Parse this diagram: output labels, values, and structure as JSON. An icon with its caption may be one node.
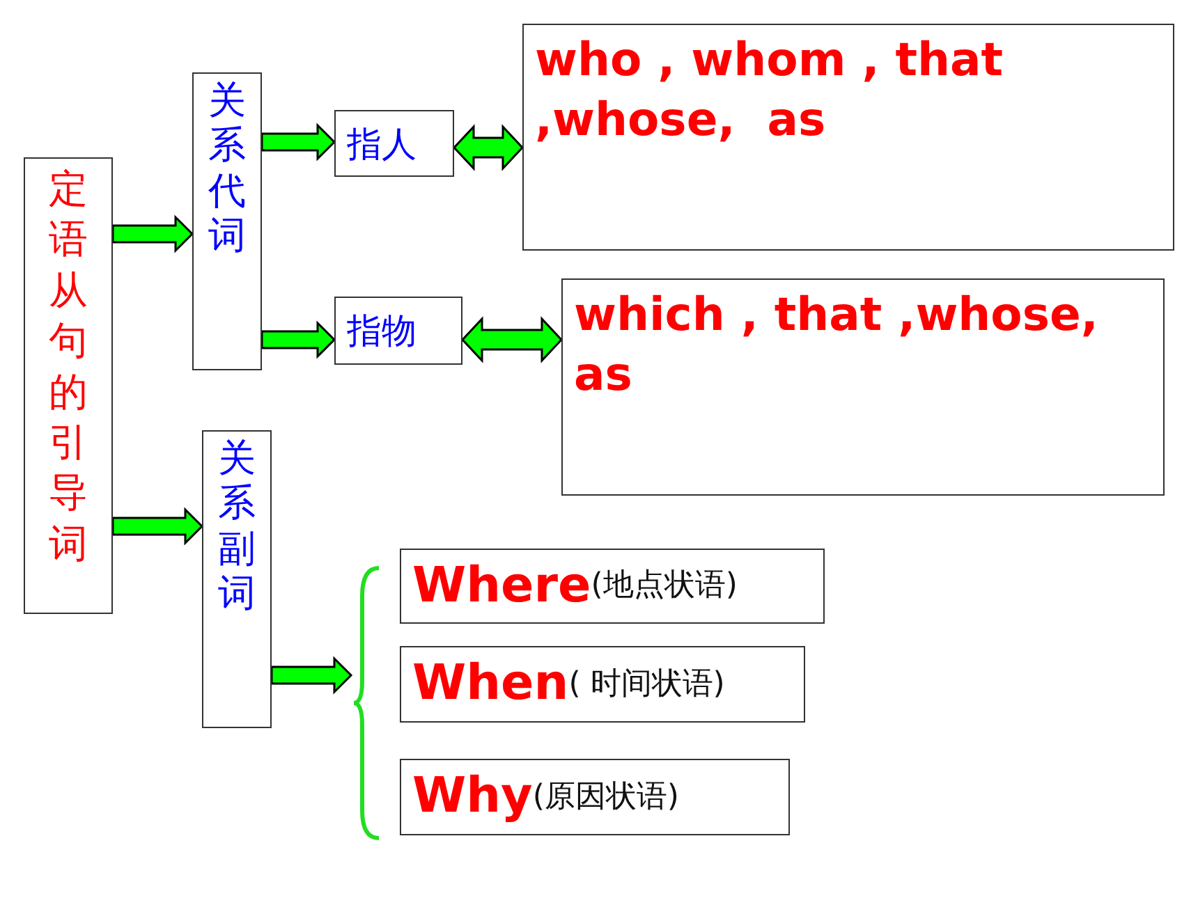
{
  "diagram": {
    "nodes": [
      {
        "text": [
          "定语从句的引导词"
        ]
      },
      {
        "text": [
          "关系代词"
        ]
      },
      {
        "text": [
          "关系副词"
        ]
      },
      {
        "text": [
          "指人"
        ]
      },
      {
        "text": [
          "指物"
        ]
      },
      {
        "text": [
          "who , whom , that ,whose,  as"
        ]
      },
      {
        "text": [
          "which , that ,whose, as"
        ]
      },
      {
        "text": [],
        "shape": "brace"
      },
      {
        "text": [
          "Where",
          "(地点状语)"
        ]
      },
      {
        "text": [
          "When",
          "( 时间状语)"
        ]
      },
      {
        "text": [
          "Why",
          "(原因状语)"
        ]
      }
    ],
    "edges": [
      {
        "from": 0,
        "to": 1,
        "arrow": "to"
      },
      {
        "from": 0,
        "to": 2,
        "arrow": "to"
      },
      {
        "from": 1,
        "to": 3,
        "arrow": "to"
      },
      {
        "from": 1,
        "to": 4,
        "arrow": "to"
      },
      {
        "from": 3,
        "to": 5,
        "arrow": "both"
      },
      {
        "from": 4,
        "to": 6,
        "arrow": "both"
      },
      {
        "from": 2,
        "to": 7,
        "arrow": "to"
      }
    ]
  }
}
